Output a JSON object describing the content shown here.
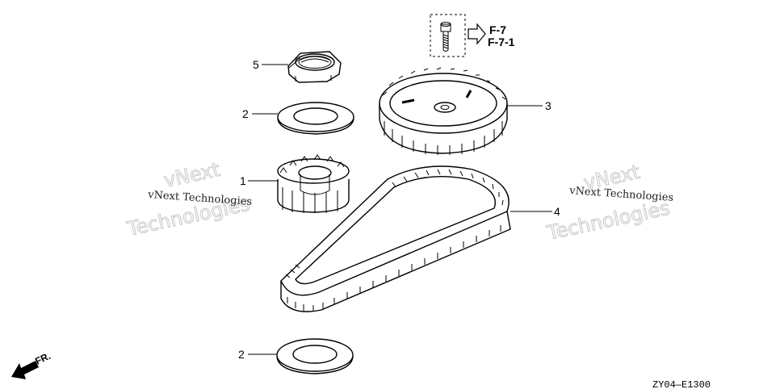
{
  "callouts": {
    "part1": "1",
    "part2_upper": "2",
    "part2_lower": "2",
    "part3": "3",
    "part4": "4",
    "part5": "5"
  },
  "references": {
    "ref1": "F-7",
    "ref2": "F-7-1"
  },
  "direction_label": "FR.",
  "diagram_code": "ZY04—E1300",
  "watermarks": {
    "left_small": "vNext Technologies",
    "left_big_1": "vNext",
    "left_big_2": "Technologies",
    "right_small": "vNext Technologies",
    "right_big_1": "vNext",
    "right_big_2": "Technologies"
  },
  "colors": {
    "ink": "#000000",
    "watermark": "#c8c8c8"
  }
}
